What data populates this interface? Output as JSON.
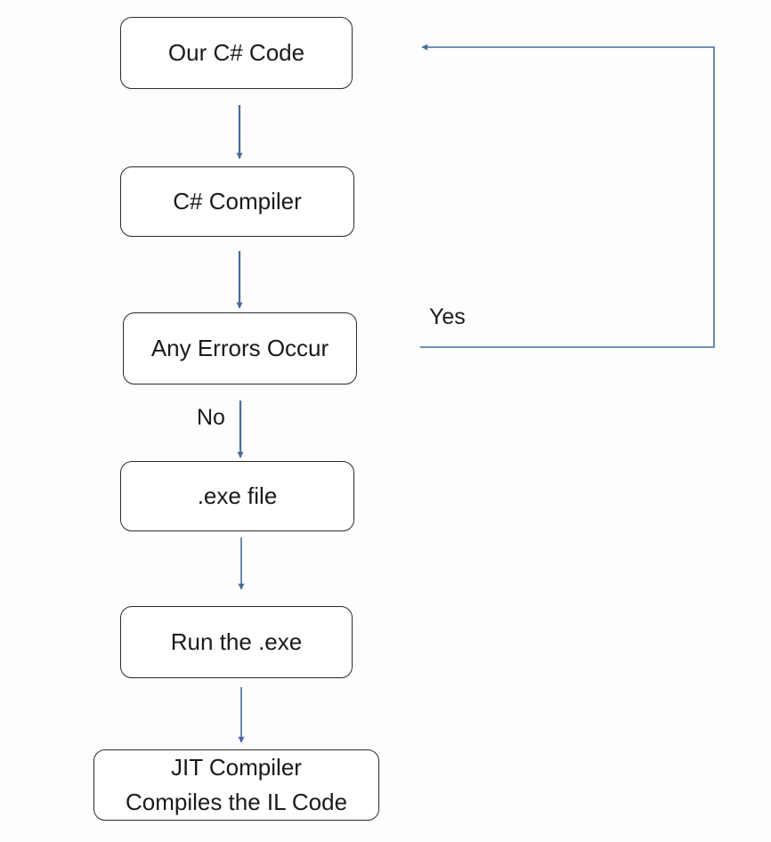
{
  "diagram": {
    "nodes": [
      {
        "id": "our-csharp-code",
        "lines": [
          "Our C# Code"
        ]
      },
      {
        "id": "csharp-compiler",
        "lines": [
          "C# Compiler"
        ]
      },
      {
        "id": "any-errors-occur",
        "lines": [
          "Any Errors Occur"
        ]
      },
      {
        "id": "exe-file",
        "lines": [
          ".exe file"
        ]
      },
      {
        "id": "run-the-exe",
        "lines": [
          "Run the .exe"
        ]
      },
      {
        "id": "jit-compiler",
        "lines": [
          "JIT Compiler",
          "Compiles the IL Code"
        ]
      }
    ],
    "edge_labels": {
      "yes": "Yes",
      "no": "No"
    },
    "colors": {
      "connector": "#4a6a9a",
      "node_border": "#2b2b2b",
      "text": "#1a1a1a"
    }
  }
}
